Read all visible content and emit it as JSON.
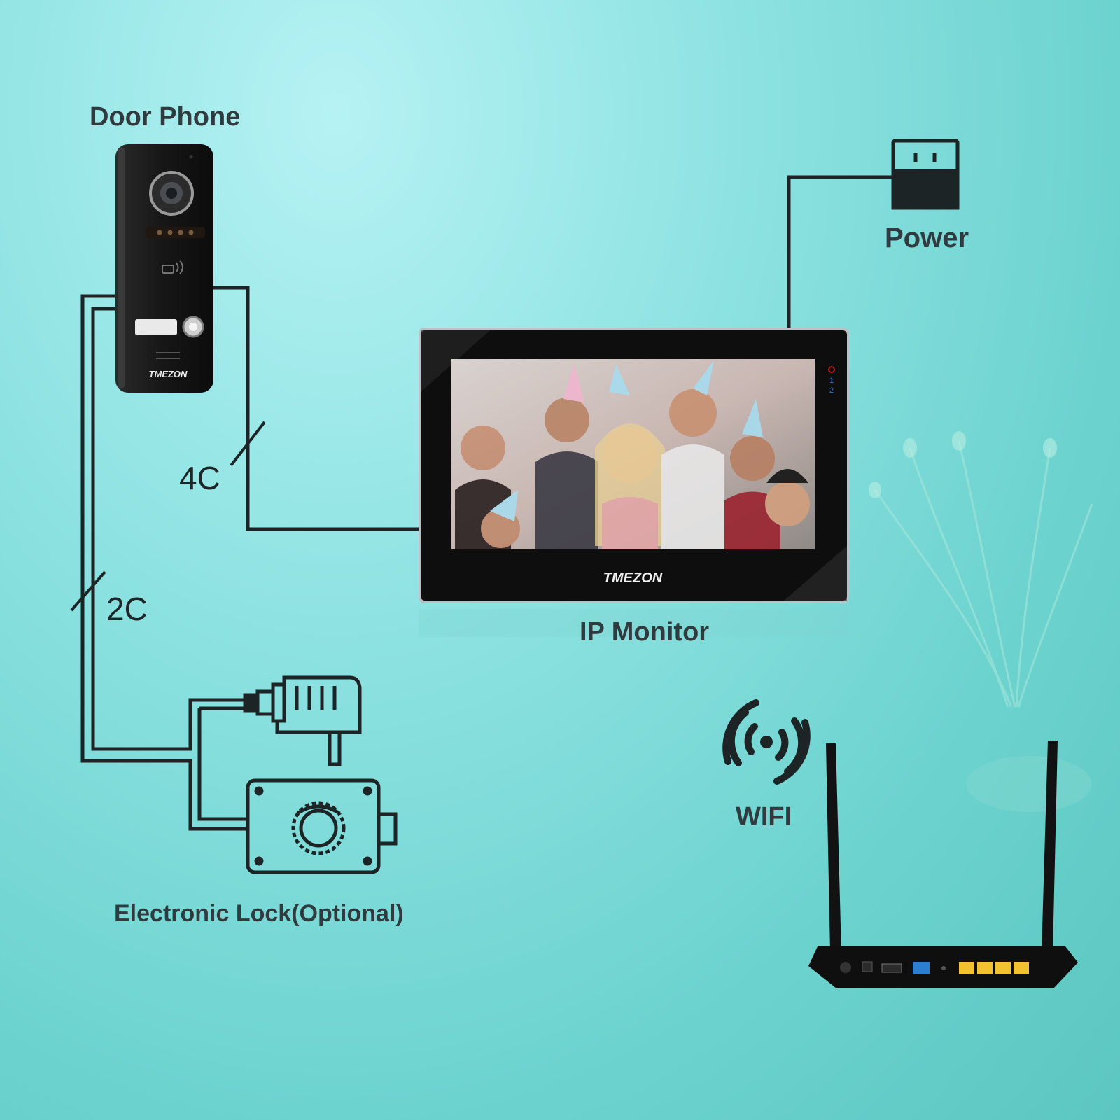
{
  "labels": {
    "door_phone": "Door Phone",
    "power": "Power",
    "ip_monitor": "IP Monitor",
    "wifi": "WIFI",
    "electronic_lock": "Electronic Lock(Optional)",
    "cable_4c": "4C",
    "cable_2c": "2C"
  },
  "door_phone": {
    "brand": "TMEZON"
  },
  "monitor": {
    "brand": "TMEZON",
    "indicator_1": "1",
    "indicator_2": "2"
  },
  "colors": {
    "background": "#8fe3e2",
    "wire": "#1c2426",
    "device_body": "#141414",
    "monitor_indicator": "#2b7bd6",
    "power_indicator": "#e0342b",
    "router_lan_port": "#f2c230",
    "router_wan_port": "#2c7fd0"
  },
  "icons": [
    "power-outlet-icon",
    "wifi-icon",
    "power-adapter-icon",
    "electronic-lock-icon",
    "rfid-icon",
    "router-icon"
  ]
}
